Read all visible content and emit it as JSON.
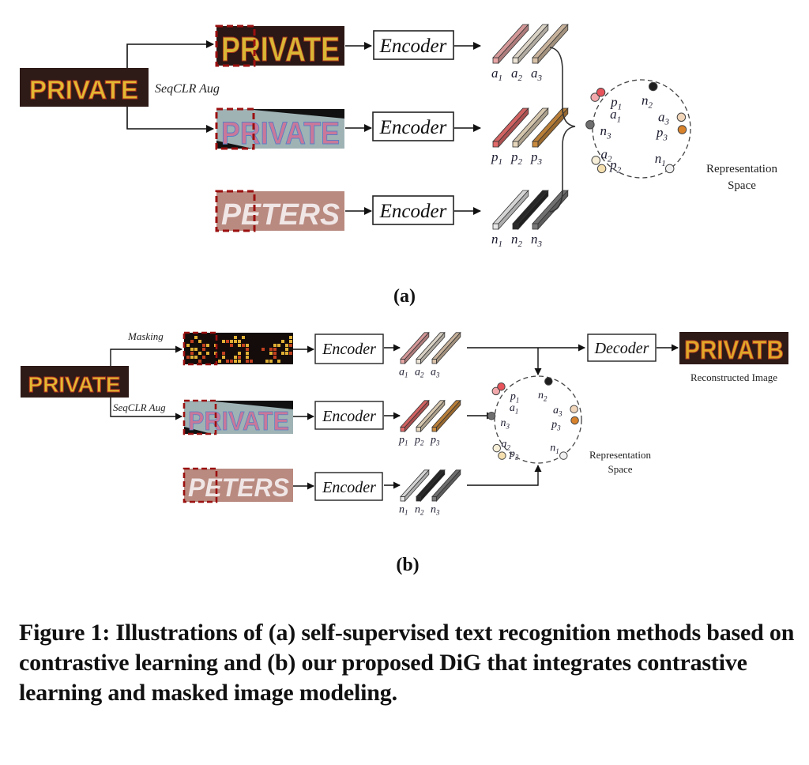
{
  "panel_a": {
    "label": "(a)",
    "input_word": "PRIVATE",
    "aug_label": "SeqCLR Aug",
    "views": [
      {
        "word": "PRIVATE",
        "style": "anchor"
      },
      {
        "word": "PRIVATE",
        "style": "positive"
      },
      {
        "word": "PETERS",
        "style": "negative"
      }
    ],
    "encoder_label": "Encoder",
    "features": [
      {
        "group": "a",
        "labels": [
          "a",
          "a",
          "a"
        ],
        "subs": [
          "1",
          "2",
          "3"
        ],
        "colors": [
          "#e8a5a5",
          "#ece4d6",
          "#d9c2a8"
        ]
      },
      {
        "group": "p",
        "labels": [
          "p",
          "p",
          "p"
        ],
        "subs": [
          "1",
          "2",
          "3"
        ],
        "colors": [
          "#e36a6a",
          "#e6d6bc",
          "#c98a3e"
        ]
      },
      {
        "group": "n",
        "labels": [
          "n",
          "n",
          "n"
        ],
        "subs": [
          "1",
          "2",
          "3"
        ],
        "colors": [
          "#e8e8e8",
          "#2a2a2a",
          "#7a7a7a"
        ]
      }
    ],
    "representation_label_1": "Representation",
    "representation_label_2": "Space"
  },
  "panel_b": {
    "label": "(b)",
    "input_word": "PRIVATE",
    "masking_label": "Masking",
    "aug_label": "SeqCLR Aug",
    "encoder_label": "Encoder",
    "decoder_label": "Decoder",
    "reconstructed_word": "PRIVATB",
    "reconstructed_label": "Reconstructed Image",
    "representation_label_1": "Representation",
    "representation_label_2": "Space"
  },
  "points": [
    {
      "name": "a",
      "sub": "1",
      "color": "#f2a9ab"
    },
    {
      "name": "p",
      "sub": "1",
      "color": "#e8545b"
    },
    {
      "name": "n",
      "sub": "2",
      "color": "#1e1e1e"
    },
    {
      "name": "a",
      "sub": "3",
      "color": "#f1d6ba"
    },
    {
      "name": "p",
      "sub": "3",
      "color": "#d8822c"
    },
    {
      "name": "n",
      "sub": "3",
      "color": "#6e6e6e"
    },
    {
      "name": "a",
      "sub": "2",
      "color": "#f7efd8"
    },
    {
      "name": "p",
      "sub": "2",
      "color": "#f5dfae"
    },
    {
      "name": "n",
      "sub": "1",
      "color": "#f0f0f0"
    }
  ],
  "caption": "Figure 1: Illustrations of (a) self-supervised text recognition methods based on contrastive learning and (b) our proposed DiG that integrates contrastive learning and masked image modeling."
}
